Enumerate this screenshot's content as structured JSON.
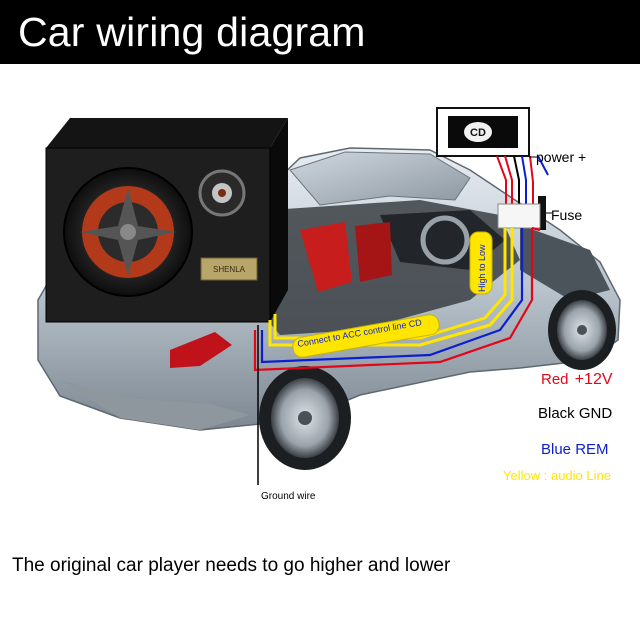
{
  "title": "Car wiring diagram",
  "diagram": {
    "head_unit_label": "CD",
    "subwoofer_brand": "SHENLA",
    "labels": {
      "power": "power +",
      "fuse": "Fuse",
      "ground": "Ground wire",
      "high_to_low": "High to Low",
      "acc_line": "Connect to ACC control line CD"
    }
  },
  "legend": {
    "red": {
      "color": "Red",
      "value": "+12V",
      "hex": "#e3061a"
    },
    "black": {
      "color": "Black",
      "value": "GND",
      "hex": "#000000"
    },
    "blue": {
      "color": "Blue",
      "value": "REM",
      "hex": "#0b1fd1"
    },
    "yellow": {
      "color": "Yellow",
      "value": "audio Line",
      "hex": "#ffe600"
    }
  },
  "caption": "The original car player needs to go higher and lower"
}
